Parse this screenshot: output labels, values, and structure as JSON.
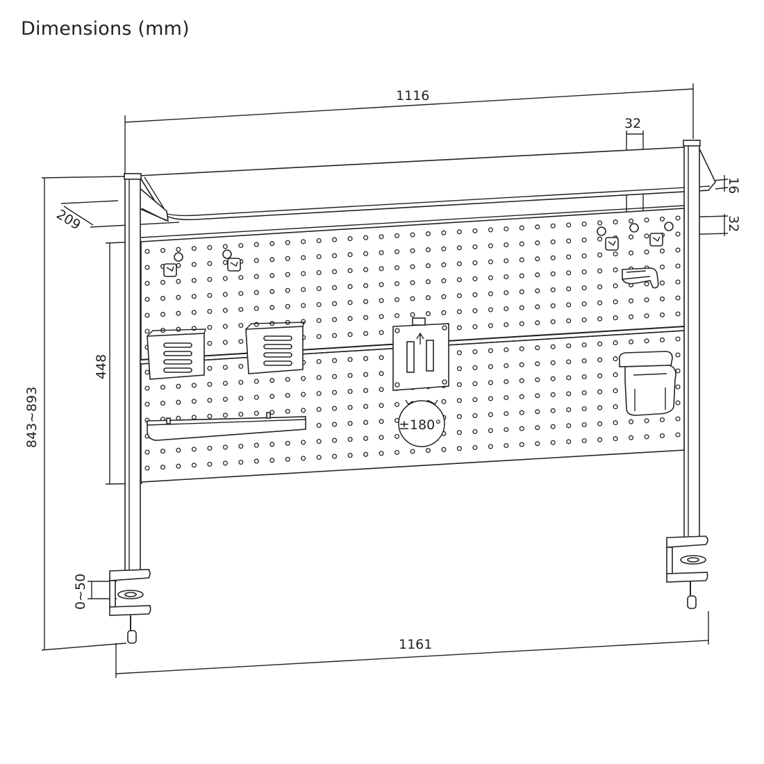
{
  "title": "Dimensions (mm)",
  "dimensions": {
    "overall_width": "1116",
    "base_width": "1161",
    "shelf_depth": "209",
    "hole_spacing_h": "32",
    "hole_spacing_v": "32",
    "shelf_thickness": "16",
    "panel_height": "448",
    "total_height": "843~893",
    "clamp_range": "0~50",
    "rotation": "±180°"
  }
}
